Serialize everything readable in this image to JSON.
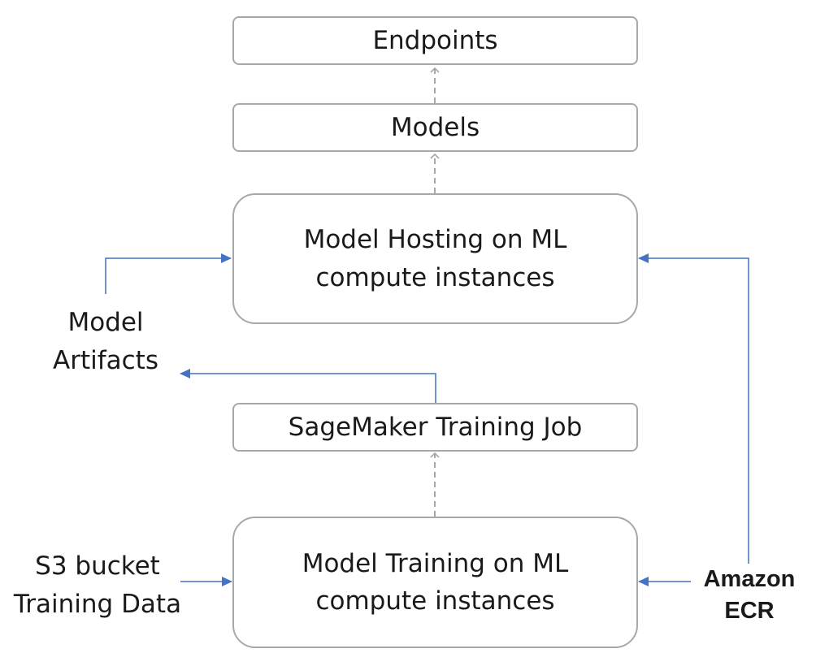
{
  "nodes": {
    "endpoints": "Endpoints",
    "models": "Models",
    "hosting": [
      "Model Hosting on ML",
      "compute instances"
    ],
    "training_job": "SageMaker Training Job",
    "training": [
      "Model Training on ML",
      "compute instances"
    ]
  },
  "labels": {
    "model_artifacts": [
      "Model",
      "Artifacts"
    ],
    "s3_bucket": [
      "S3 bucket",
      "Training Data"
    ],
    "amazon_ecr": [
      "Amazon",
      "ECR"
    ]
  },
  "colors": {
    "box_border": "#a8a8a8",
    "dashed_arrow": "#a8a8a8",
    "solid_arrow": "#4472c4"
  }
}
